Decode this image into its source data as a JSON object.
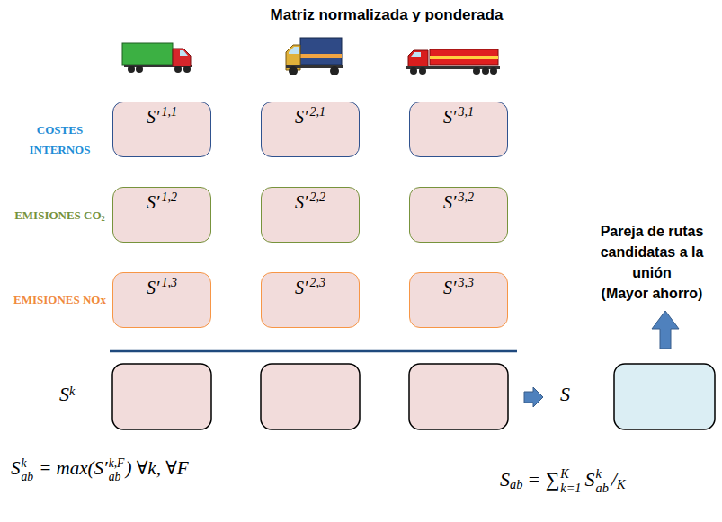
{
  "diagram": {
    "title": "Matriz normalizada y ponderada",
    "nodes": [
      {
        "text": [
          "S′",
          "1,1"
        ]
      },
      {
        "text": [
          "S′",
          "2,1"
        ]
      },
      {
        "text": [
          "S′",
          "3,1"
        ]
      },
      {
        "text": [
          "S′",
          "1,2"
        ]
      },
      {
        "text": [
          "S′",
          "2,2"
        ]
      },
      {
        "text": [
          "S′",
          "3,2"
        ]
      },
      {
        "text": [
          "S′",
          "1,3"
        ]
      },
      {
        "text": [
          "S′",
          "2,3"
        ]
      },
      {
        "text": [
          "S′",
          "3,3"
        ]
      }
    ],
    "labels": [
      "COSTES INTERNOS",
      "EMISIONES CO",
      "2",
      "EMISIONES NOx",
      "S",
      "k",
      "S",
      "Pareja de rutas candidatas a la unión",
      "(Mayor ahorro)",
      "S",
      "ab",
      "k",
      "= max(S′",
      "ab",
      "k,F",
      ") ∀k, ∀F",
      "S",
      "ab",
      "= ∑",
      "K",
      "k=1",
      "S",
      "ab",
      "k",
      "/",
      "K"
    ]
  }
}
